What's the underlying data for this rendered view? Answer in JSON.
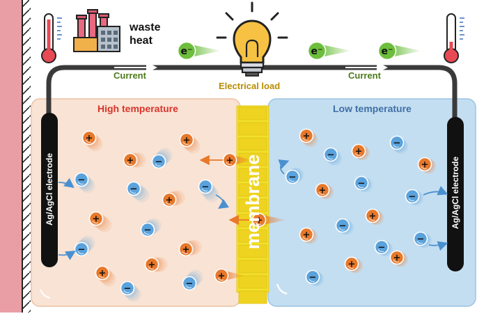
{
  "labels": {
    "waste_heat_line1": "waste",
    "waste_heat_line2": "heat",
    "current_left": "Current",
    "current_right": "Current",
    "electrical_load": "Electrical load",
    "high_temperature": "High temperature",
    "low_temperature": "Low temperature",
    "electrode_left": "Ag/AgCl electrode",
    "electrode_right": "Ag/AgCl electrode",
    "membrane": "membrane"
  },
  "symbols": {
    "electron": "e⁻",
    "cation": "+",
    "anion": "−"
  },
  "colors": {
    "hot_chamber": "#f9e3d4",
    "cold_chamber": "#c4def1",
    "membrane": "#f2e12a",
    "cation": "#e8782a",
    "anion": "#5aa2dc",
    "electron": "#6cbe3c",
    "current_text": "#4d7a1c",
    "load_text": "#b98d00",
    "high_temp_text": "#d9342b",
    "low_temp_text": "#3f6fa6",
    "wall": "#e99ea5"
  },
  "icons": [
    "thermometer-hot-icon",
    "factory-icon",
    "lightbulb-icon",
    "electron-icon",
    "thermometer-cold-icon",
    "wall-hatch-icon"
  ]
}
